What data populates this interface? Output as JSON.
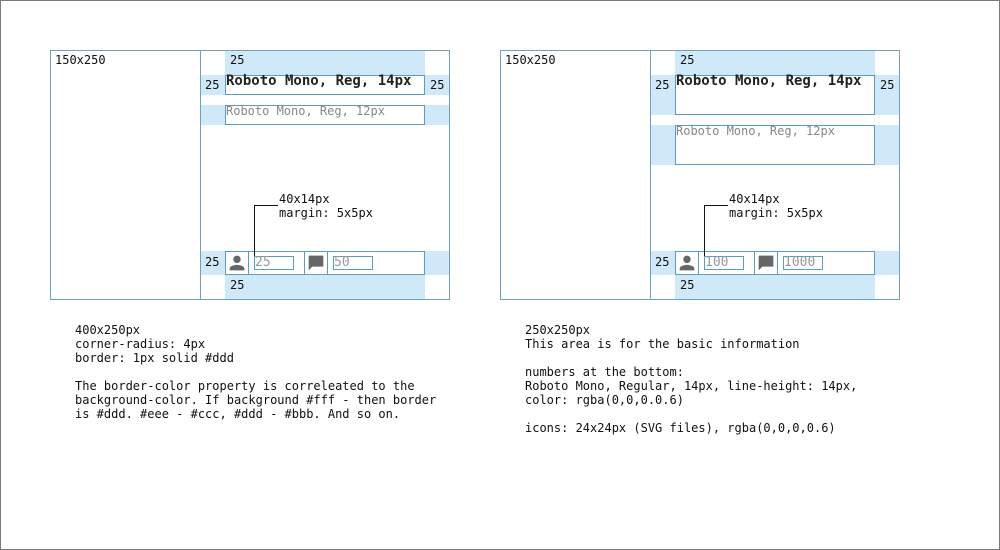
{
  "left": {
    "thumb_size": "150x250",
    "pad_top": "25",
    "pad_left": "25",
    "pad_right": "25",
    "pad_stats": "25",
    "pad_bottom": "25",
    "title": "Roboto Mono, Reg, 14px",
    "subtitle": "Roboto Mono, Reg, 12px",
    "callout_size": "40x14px",
    "callout_margin": "margin: 5x5px",
    "stat_users": "25",
    "stat_comments": "50",
    "notes": "400x250px\ncorner-radius: 4px\nborder: 1px solid #ddd\n\nThe border-color property is correleated to the\nbackground-color. If background #fff - then border\nis #ddd. #eee - #ccc, #ddd - #bbb. And so on."
  },
  "right": {
    "thumb_size": "150x250",
    "pad_top": "25",
    "pad_left": "25",
    "pad_right": "25",
    "pad_stats": "25",
    "pad_bottom": "25",
    "title": "Roboto Mono, Reg, 14px",
    "subtitle": "Roboto Mono, Reg, 12px",
    "callout_size": "40x14px",
    "callout_margin": "margin: 5x5px",
    "stat_users": "100",
    "stat_comments": "1000",
    "notes": "250x250px\nThis area is for the basic information\n\nnumbers at the bottom:\nRoboto Mono, Regular, 14px, line-height: 14px,\ncolor: rgba(0,0,0.0.6)\n\nicons: 24x24px (SVG files), rgba(0,0,0,0.6)"
  },
  "icons": {
    "users": "person-icon",
    "comments": "comment-icon"
  },
  "colors": {
    "padding_fill": "#cfe9f8",
    "outline": "#5b9bc7",
    "card_border": "#6f9fc4",
    "icon": "#666666"
  }
}
